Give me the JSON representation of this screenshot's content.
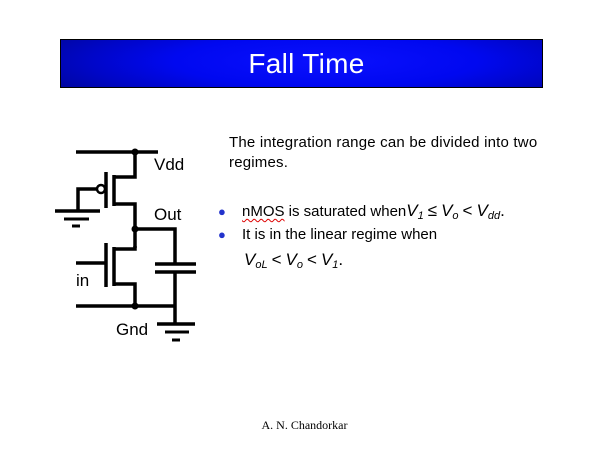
{
  "slide": {
    "title": "Fall Time",
    "colors": {
      "title_bg": "#0008f0",
      "title_text": "#ffffff",
      "bullet": "#2233cc",
      "spellcheck": "#dd0000"
    },
    "circuit": {
      "labels": {
        "vdd": "Vdd",
        "out": "Out",
        "in": "in",
        "gnd": "Gnd"
      }
    },
    "intro": "The integration range can be divided into two regimes.",
    "bullets": [
      {
        "prefix_misspelled": "nMOS",
        "text": " is saturated when ",
        "math": {
          "a": "V",
          "a_sub": "1",
          "op1": "≤",
          "b": "V",
          "b_sub": "o",
          "op2": "<",
          "c": "V",
          "c_sub": "dd",
          "end": "."
        }
      },
      {
        "text": "It is in the linear regime when",
        "math": {
          "a": "V",
          "a_sub": "oL",
          "op1": "<",
          "b": "V",
          "b_sub": "o",
          "op2": "<",
          "c": "V",
          "c_sub": "1",
          "end": "."
        }
      }
    ],
    "footer": "A. N. Chandorkar"
  }
}
